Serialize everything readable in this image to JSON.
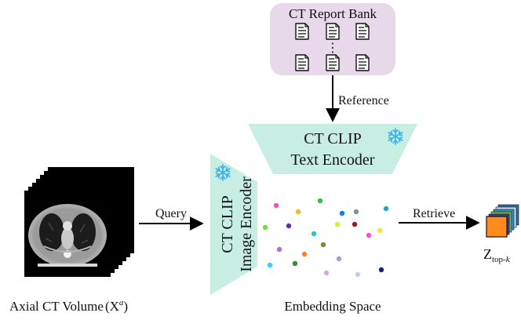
{
  "report_bank": {
    "title": "CT Report Bank",
    "ellipsis": "⋮",
    "fill_color": "#e8d9ea",
    "icon_name": "document-icon"
  },
  "arrows": {
    "reference": "Reference",
    "query": "Query",
    "retrieve": "Retrieve"
  },
  "text_encoder": {
    "line1": "CT CLIP",
    "line2": "Text Encoder",
    "fill_color": "#c8eee4",
    "icon_name": "snowflake-icon"
  },
  "image_encoder": {
    "line1": "CT CLIP",
    "line2": "Image Encoder",
    "fill_color": "#c8eee4",
    "icon_name": "snowflake-icon"
  },
  "ct_volume": {
    "caption_prefix": "Axial CT Volume",
    "caption_symbol": "X",
    "caption_superscript": "a"
  },
  "embedding_space": {
    "caption": "Embedding Space",
    "dot_colors": [
      "#ef4fc4",
      "#37c23b",
      "#ffb52a",
      "#0f7cdf",
      "#1ba9c8",
      "#d5f22f",
      "#f2e53f",
      "#2bc7c3",
      "#6ae03e",
      "#b26fd1",
      "#5c2db8",
      "#8b8b8b",
      "#7a8d23",
      "#a31818",
      "#ff4be8",
      "#9f9cde",
      "#ff7f33",
      "#2ad6ff",
      "#d8a7e2",
      "#bcd3ec",
      "#3a8a2e",
      "#162176"
    ]
  },
  "output": {
    "label_main": "Z",
    "label_sub": "top-",
    "label_sub_k": "k",
    "stack_colors": [
      "#2e6e9a",
      "#b9d9e8",
      "#2e8fce",
      "#6bb04b",
      "#3a3fa8",
      "#ff8a1d"
    ]
  }
}
